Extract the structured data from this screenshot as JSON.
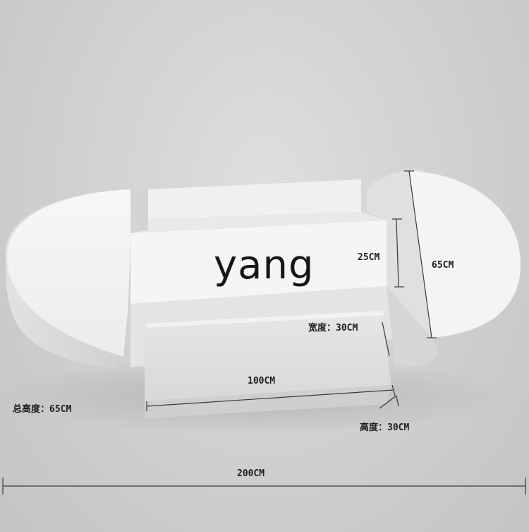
{
  "watermark": "yang",
  "dimensions": {
    "depth_upper": "25CM",
    "end_height": "65CM",
    "drawer_width": "宽度：30CM",
    "drawer_length": "100CM",
    "total_height": "总高度：65CM",
    "drawer_height": "高度：30CM",
    "total_length": "200CM"
  }
}
